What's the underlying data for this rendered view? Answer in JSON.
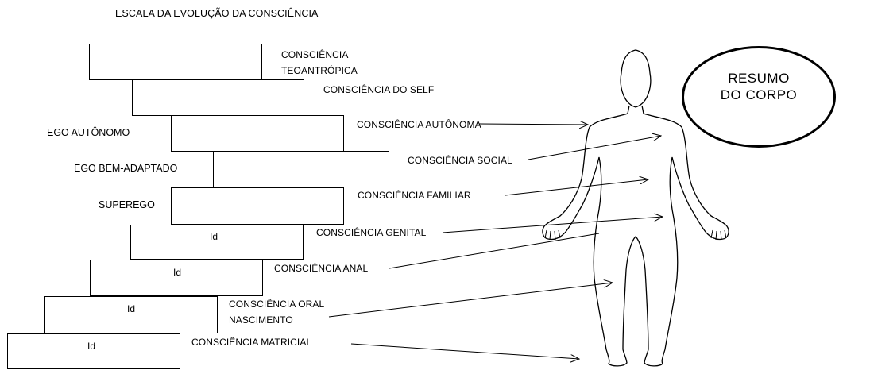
{
  "title": "ESCALA DA EVOLUÇÃO DA CONSCIÊNCIA",
  "steps": [
    {
      "box_text": "",
      "label": "CONSCIÊNCIA\nTEOANTRÓPICA",
      "side": ""
    },
    {
      "box_text": "",
      "label": "CONSCIÊNCIA DO SELF",
      "side": ""
    },
    {
      "box_text": "",
      "label": "CONSCIÊNCIA AUTÔNOMA",
      "side": "EGO AUTÔNOMO"
    },
    {
      "box_text": "",
      "label": "CONSCIÊNCIA SOCIAL",
      "side": "EGO BEM-ADAPTADO"
    },
    {
      "box_text": "",
      "label": "CONSCIÊNCIA FAMILIAR",
      "side": "SUPEREGO"
    },
    {
      "box_text": "Id",
      "label": "CONSCIÊNCIA GENITAL",
      "side": ""
    },
    {
      "box_text": "Id",
      "label": "CONSCIÊNCIA ANAL",
      "side": ""
    },
    {
      "box_text": "Id",
      "label": "CONSCIÊNCIA ORAL\nNASCIMENTO",
      "side": ""
    },
    {
      "box_text": "Id",
      "label": "CONSCIÊNCIA MATRICIAL",
      "side": ""
    }
  ],
  "resumo": "RESUMO\nDO CORPO",
  "colors": {
    "line": "#000000",
    "background": "#ffffff"
  }
}
